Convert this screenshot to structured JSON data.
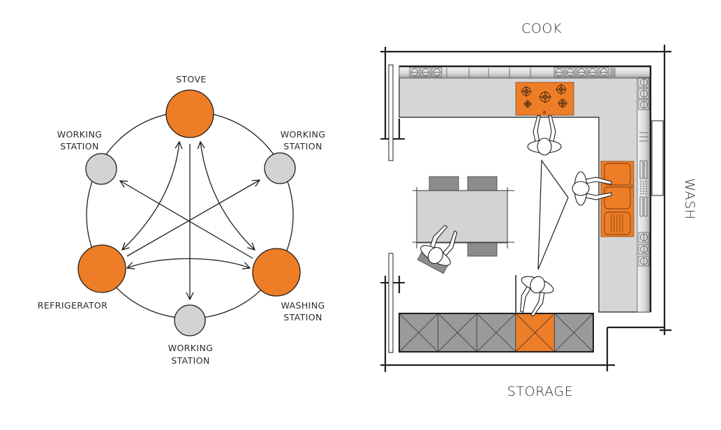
{
  "colors": {
    "primary_zone": "#ED7D26",
    "secondary_zone": "#D3D3D3",
    "counter": "#D6D6D6",
    "storage": "#9A9A9A",
    "line": "#1E1E1E"
  },
  "work_triangle_diagram": {
    "primary_stations": [
      {
        "id": "stove",
        "label_lines": [
          "STOVE"
        ],
        "type": "primary"
      },
      {
        "id": "refrigerator",
        "label_lines": [
          "REFRIGERATOR"
        ],
        "type": "primary"
      },
      {
        "id": "washing",
        "label_lines": [
          "WASHING",
          "STATION"
        ],
        "type": "primary"
      }
    ],
    "secondary_stations": [
      {
        "id": "working-top-left",
        "label_lines": [
          "WORKING",
          "STATION"
        ],
        "type": "secondary"
      },
      {
        "id": "working-top-right",
        "label_lines": [
          "WORKING",
          "STATION"
        ],
        "type": "secondary"
      },
      {
        "id": "working-bottom",
        "label_lines": [
          "WORKING",
          "STATION"
        ],
        "type": "secondary"
      }
    ],
    "connections": [
      {
        "from": "stove",
        "to": "refrigerator",
        "style": "double-arrow-curved"
      },
      {
        "from": "stove",
        "to": "washing",
        "style": "double-arrow-curved"
      },
      {
        "from": "refrigerator",
        "to": "washing",
        "style": "double-arrow-curved"
      },
      {
        "from": "stove",
        "to": "working-bottom",
        "style": "arrow"
      },
      {
        "from": "refrigerator",
        "to": "working-top-right",
        "style": "arrow"
      },
      {
        "from": "washing",
        "to": "working-top-left",
        "style": "arrow"
      }
    ]
  },
  "floor_plan": {
    "zone_labels": {
      "top": "COOK",
      "right": "WASH",
      "bottom": "STORAGE"
    },
    "stove_burners": 5,
    "sink_bowls": 2,
    "storage_units": [
      {
        "type": "standard"
      },
      {
        "type": "standard"
      },
      {
        "type": "standard"
      },
      {
        "type": "highlighted"
      },
      {
        "type": "standard"
      }
    ],
    "table_chairs": 3,
    "people": 4
  }
}
